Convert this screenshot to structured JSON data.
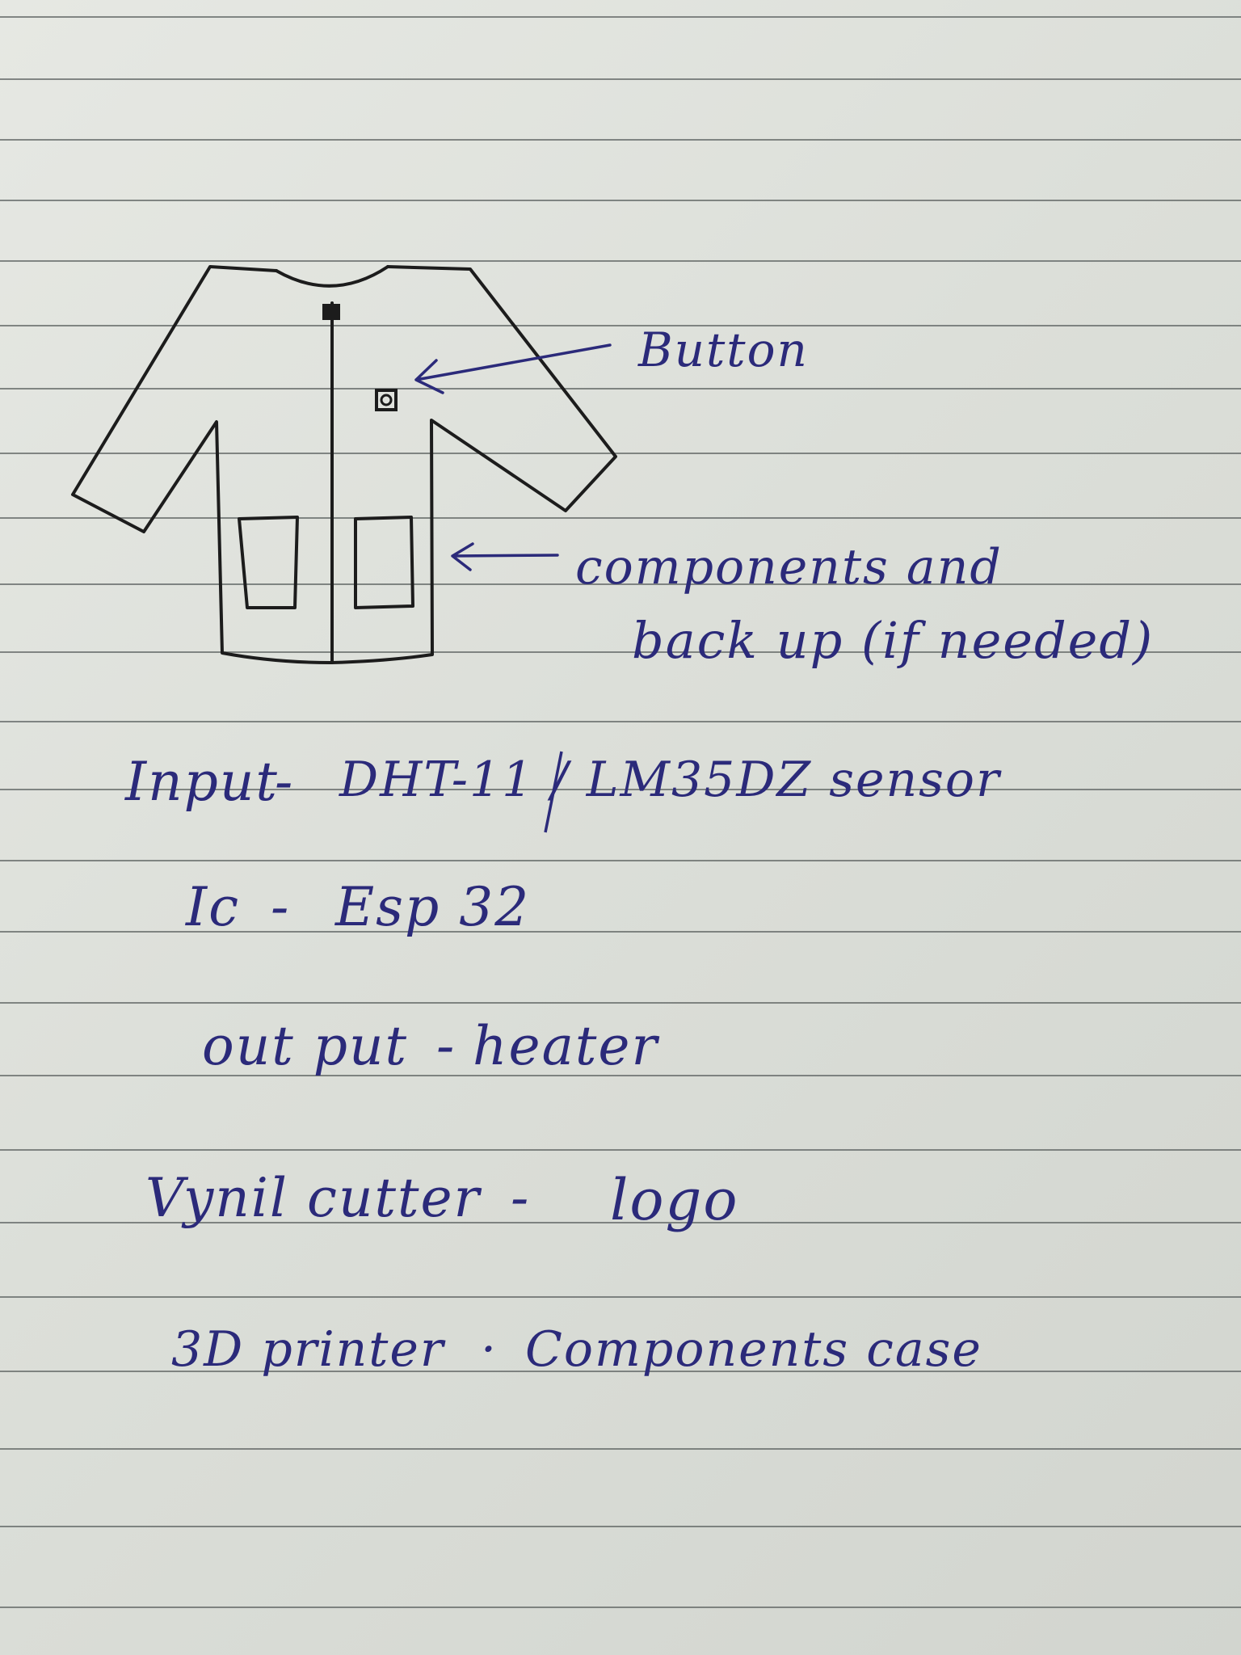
{
  "colors": {
    "paper": "#e1e3de",
    "rule_line": "#5f6463",
    "ink_blue": "#2b2a7a",
    "ink_black": "#1c1c1c"
  },
  "diagram": {
    "subject": "jacket-sketch",
    "callouts": {
      "button": "Button",
      "pockets_line1": "components and",
      "pockets_line2": "back up (if needed)"
    }
  },
  "notes": [
    {
      "label": "Input",
      "sep": "-",
      "value": "DHT-11 / LM35DZ sensor"
    },
    {
      "label": "Ic",
      "sep": "-",
      "value": "Esp 32"
    },
    {
      "label": "out put",
      "sep": "-",
      "value": "heater"
    },
    {
      "label": "Vynil cutter",
      "sep": "-",
      "value": "logo"
    },
    {
      "label": "3D printer",
      "sep": "·",
      "value": "Components case"
    }
  ]
}
